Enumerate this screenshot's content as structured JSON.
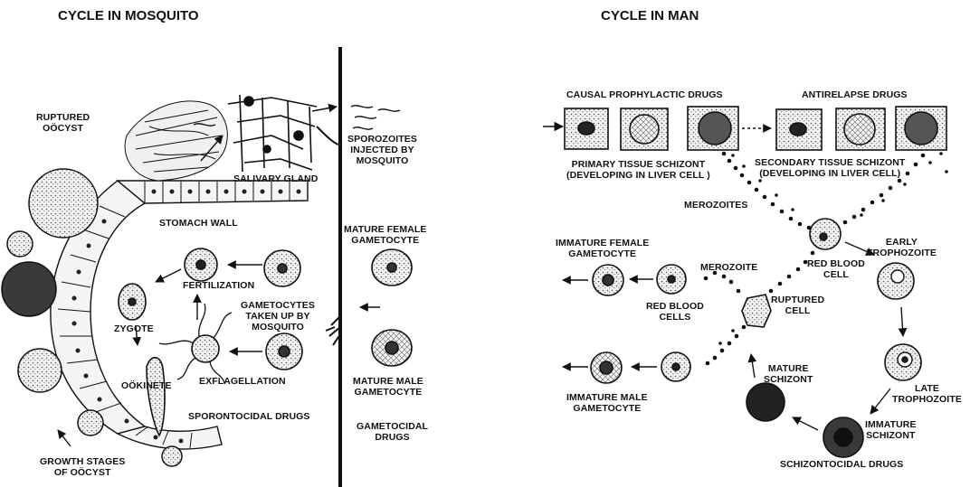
{
  "titles": {
    "mosquito": "CYCLE IN MOSQUITO",
    "man": "CYCLE IN MAN"
  },
  "labels": {
    "ruptured_oocyst": "RUPTURED\nOÖCYST",
    "salivary_gland": "SALIVARY GLAND",
    "sporozoites": "SPOROZOITES\nINJECTED BY\nMOSQUITO",
    "stomach_wall": "STOMACH WALL",
    "mature_female_gametocyte": "MATURE FEMALE\nGAMETOCYTE",
    "fertilization": "FERTILIZATION",
    "zygote": "ZYGOTE",
    "gametocytes_taken_up": "GAMETOCYTES\nTAKEN UP BY\nMOSQUITO",
    "ookinete": "OÖKINETE",
    "exflagellation": "EXFLAGELLATION",
    "mature_male_gametocyte": "MATURE MALE\nGAMETOCYTE",
    "sporontocidal_drugs": "SPORONTOCIDAL DRUGS",
    "gametocidal_drugs": "GAMETOCIDAL\nDRUGS",
    "growth_stages": "GROWTH STAGES\nOF OÖCYST",
    "causal_prophylactic_drugs": "CAUSAL PROPHYLACTIC DRUGS",
    "antirelapse_drugs": "ANTIRELAPSE DRUGS",
    "primary_tissue_schizont": "PRIMARY TISSUE SCHIZONT\n(DEVELOPING IN LIVER CELL )",
    "secondary_tissue_schizont": "SECONDARY TISSUE SCHIZONT\n(DEVELOPING IN LIVER CELL)",
    "merozoites": "MEROZOITES",
    "immature_female_gametocyte": "IMMATURE FEMALE\nGAMETOCYTE",
    "merozoite": "MEROZOITE",
    "red_blood_cell": "RED BLOOD\nCELL",
    "early_trophozoite": "EARLY\nTROPHOZOITE",
    "red_blood_cells": "RED BLOOD\nCELLS",
    "ruptured_cell": "RUPTURED\nCELL",
    "mature_schizont": "MATURE\nSCHIZONT",
    "late_trophozoite": "LATE\nTROPHOZOITE",
    "immature_male_gametocyte": "IMMATURE MALE\nGAMETOCYTE",
    "immature_schizont": "IMMATURE\nSCHIZONT",
    "schizontocidal_drugs": "SCHIZONTOCIDAL DRUGS"
  },
  "colors": {
    "ink": "#111111",
    "paper": "#ffffff",
    "cell_fill": "#e9e9e9",
    "dark_cell": "#2a2a2a"
  }
}
